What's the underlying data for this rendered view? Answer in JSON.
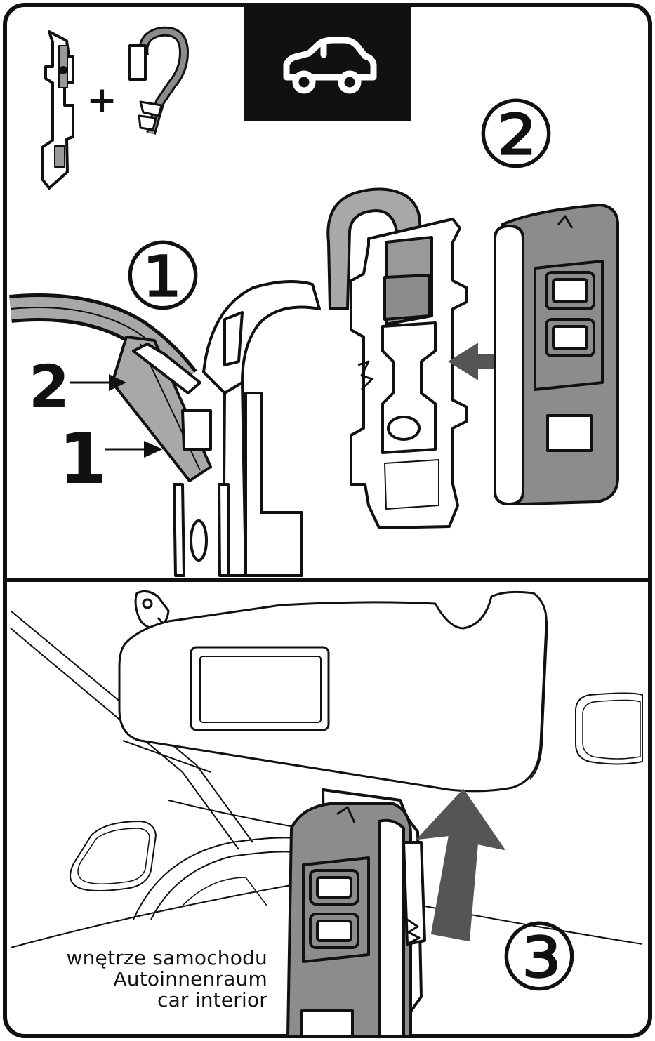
{
  "steps": {
    "step1": "①",
    "step2": "②",
    "step3": "③"
  },
  "callouts": {
    "label_2": "2",
    "label_1": "1"
  },
  "parts": {
    "plus_sign": "+"
  },
  "caption": {
    "line_pl": "wnętrze samochodu",
    "line_de": "Autoinnenraum",
    "line_en": "car interior"
  },
  "colors": {
    "frame": "#111111",
    "header_box": "#111111",
    "remote_grey": "#8c8c8c",
    "strap_grey": "#a8a8a8",
    "arrow_grey": "#555555"
  },
  "icons": [
    "car-icon",
    "clip-part-icon",
    "hook-part-icon"
  ]
}
